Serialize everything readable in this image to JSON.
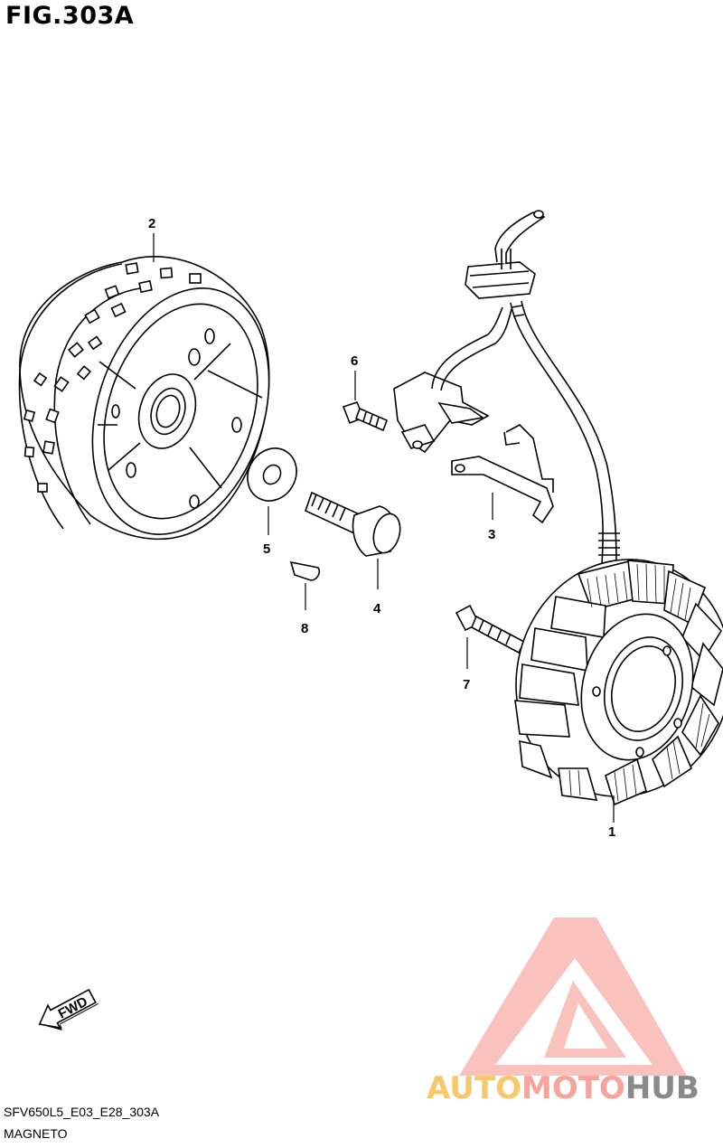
{
  "figure": {
    "title": "FIG.303A",
    "code": "SFV650L5_E03_E28_303A",
    "name": "MAGNETO"
  },
  "callouts": [
    "1",
    "2",
    "3",
    "4",
    "5",
    "6",
    "7",
    "8"
  ],
  "direction_arrow": {
    "label": "FWD",
    "icon": "forward-arrow-icon"
  },
  "watermark": {
    "auto": "AUTO",
    "moto": "MOTO",
    "hub": "HUB",
    "logo_icon": "automotohub-triangle-logo",
    "colors": {
      "auto": "#f7c96c",
      "moto": "#f6a59d",
      "hub": "#8a8a8a",
      "logo": "#f26b5e"
    }
  }
}
